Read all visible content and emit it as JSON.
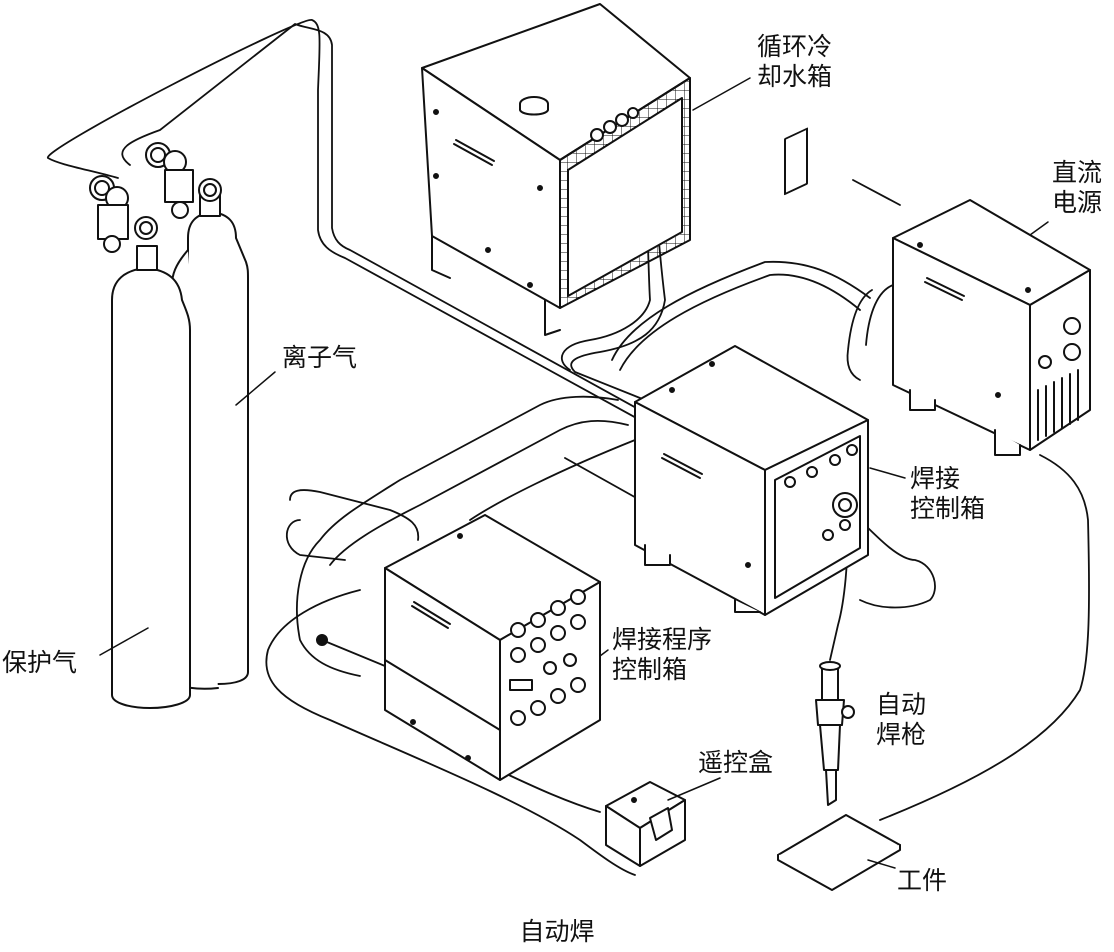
{
  "labels": {
    "cooler": [
      "循环冷",
      "却水箱"
    ],
    "dc_power": [
      "直流",
      "电源"
    ],
    "ion_gas": "离子气",
    "shield_gas": "保护气",
    "weld_ctrl": [
      "焊接",
      "控制箱"
    ],
    "program_ctrl": [
      "焊接程序",
      "控制箱"
    ],
    "torch": [
      "自动",
      "焊枪"
    ],
    "remote": "遥控盒",
    "workpiece": "工件"
  },
  "caption": "自动焊",
  "colors": {
    "stroke": "#111111",
    "background": "#ffffff"
  }
}
